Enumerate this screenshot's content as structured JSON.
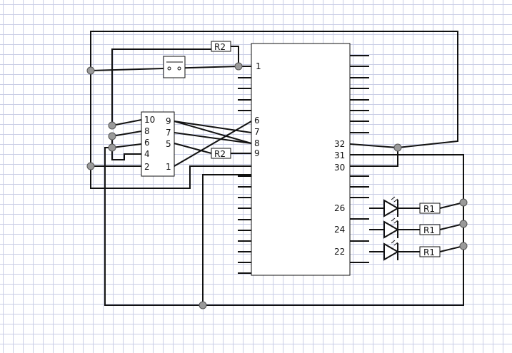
{
  "mcu": {
    "pin_labels": {
      "p1": "1",
      "p6": "6",
      "p7": "7",
      "p8": "8",
      "p9": "9",
      "p32": "32",
      "p31": "31",
      "p30": "30",
      "p26": "26",
      "p24": "24",
      "p22": "22"
    }
  },
  "connector": {
    "labels": {
      "c10": "10",
      "c8": "8",
      "c6": "6",
      "c4": "4",
      "c2": "2",
      "c9": "9",
      "c7": "7",
      "c5": "5",
      "c1": "1"
    }
  },
  "resistors": {
    "r2_top": "R2",
    "r2_mid": "R2",
    "r1_a": "R1",
    "r1_b": "R1",
    "r1_c": "R1"
  }
}
